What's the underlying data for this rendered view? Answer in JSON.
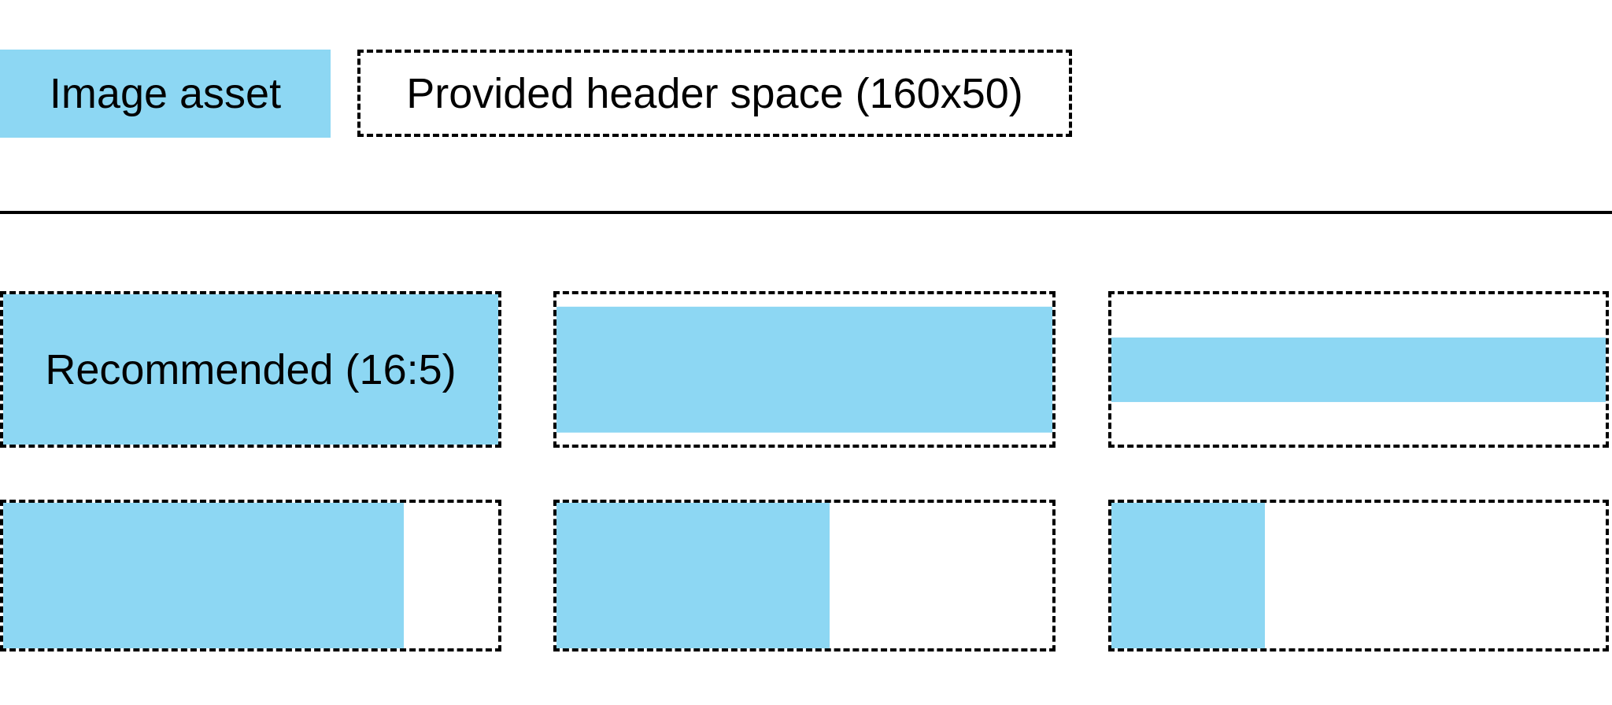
{
  "colors": {
    "asset_blue": "#8dd7f3",
    "line_black": "#000000",
    "background": "#ffffff"
  },
  "legend": {
    "asset_label": "Image asset",
    "header_label": "Provided header space (160x50)"
  },
  "examples": {
    "cells": [
      {
        "name": "recommended-16x5-full-fill",
        "label": "Recommended (16:5)",
        "fill": {
          "width_pct": 100,
          "height_pct": 100,
          "v_align": "top"
        }
      },
      {
        "name": "shorter-asset-letterboxed",
        "fill": {
          "width_pct": 100,
          "height_pct": 84,
          "v_align": "center"
        }
      },
      {
        "name": "thin-banner-asset-letterboxed",
        "fill": {
          "width_pct": 100,
          "height_pct": 43,
          "v_align": "center"
        }
      },
      {
        "name": "narrow-asset-81pct-width",
        "fill": {
          "width_pct": 81,
          "height_pct": 100,
          "v_align": "top"
        }
      },
      {
        "name": "narrow-asset-55pct-width",
        "fill": {
          "width_pct": 55,
          "height_pct": 100,
          "v_align": "top"
        }
      },
      {
        "name": "narrow-asset-31pct-width",
        "fill": {
          "width_pct": 31,
          "height_pct": 100,
          "v_align": "top"
        }
      }
    ]
  }
}
